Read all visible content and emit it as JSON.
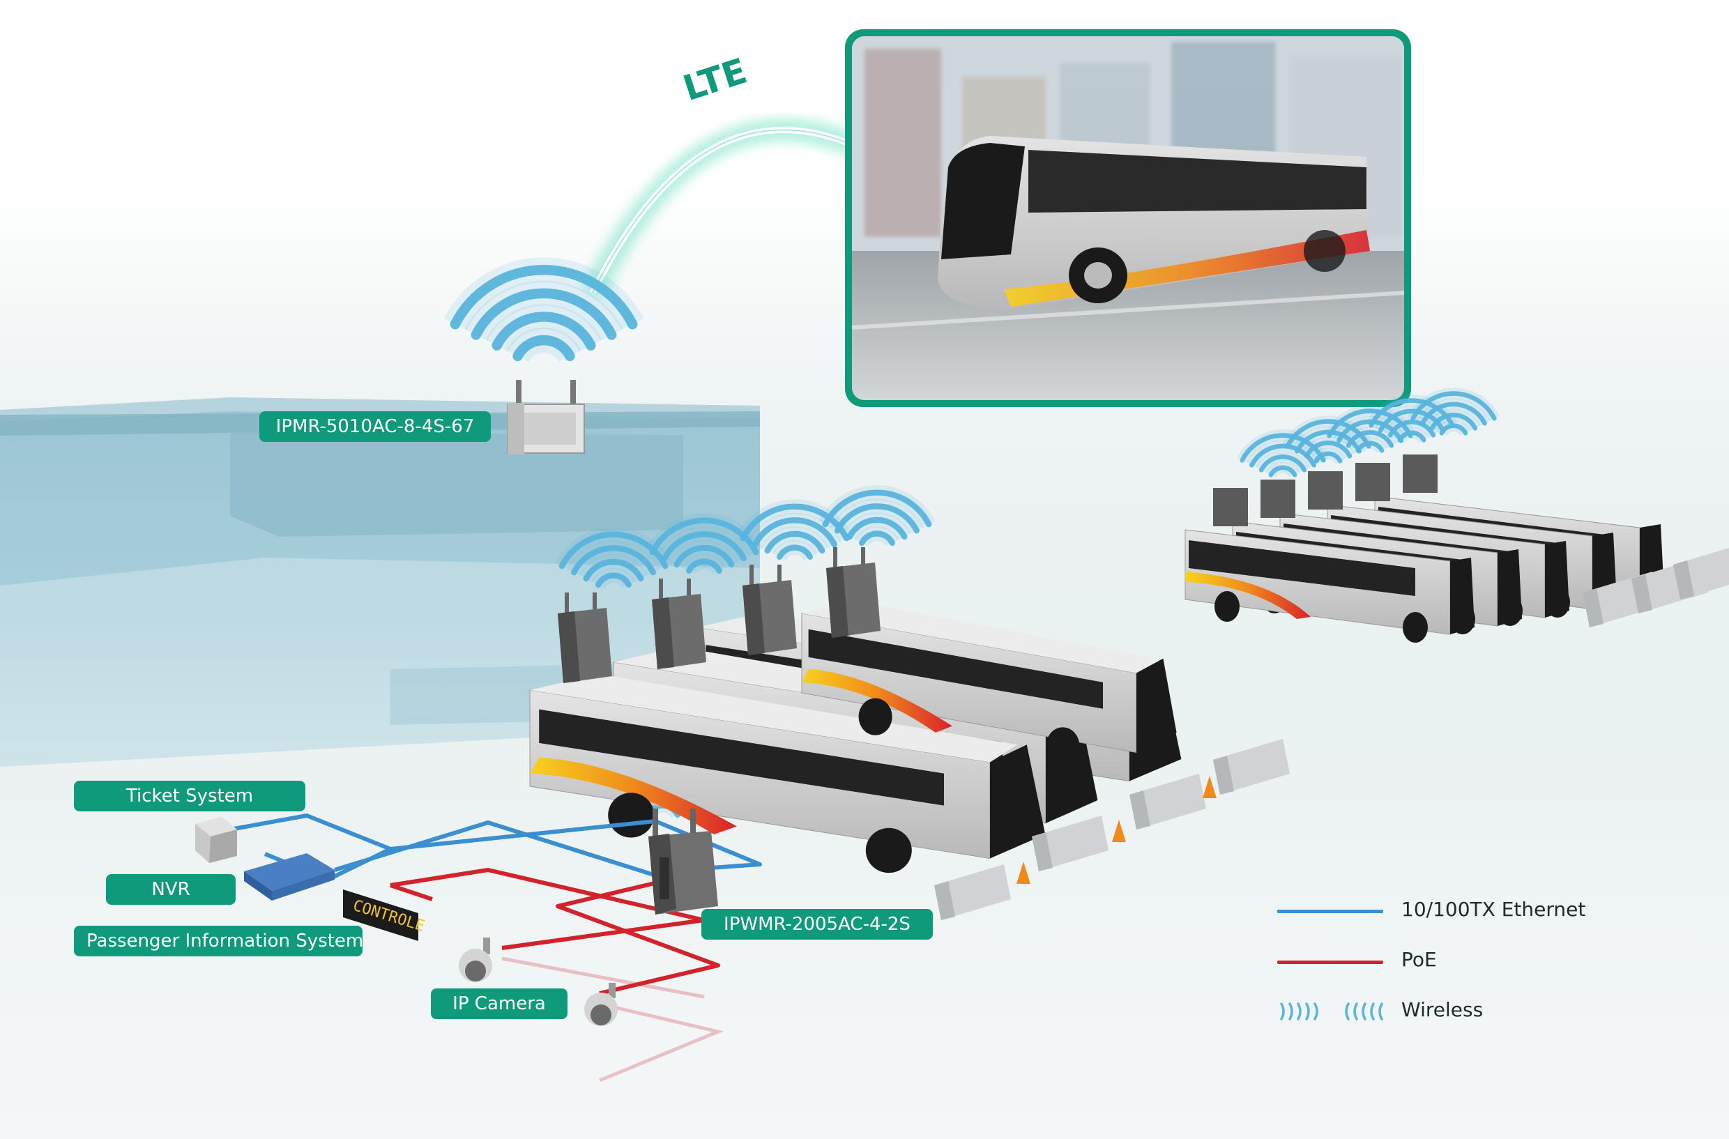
{
  "diagram": {
    "uplink_label": "LTE",
    "labels": {
      "ipmr": "IPMR-5010AC-8-4S-67",
      "ipwmr": "IPWMR-2005AC-4-2S",
      "ticket": "Ticket System",
      "nvr": "NVR",
      "pis": "Passenger Information System",
      "camera": "IP Camera"
    },
    "pis_display_text": "CONTROLE",
    "legend": {
      "ethernet": "10/100TX Ethernet",
      "poe": "PoE",
      "wireless": "Wireless"
    },
    "colors": {
      "brand": "#109a7c",
      "ethernet": "#3a8fd1",
      "poe": "#d2232a",
      "wireless": "#5ab4dc",
      "depot": "#8fbccb"
    }
  }
}
